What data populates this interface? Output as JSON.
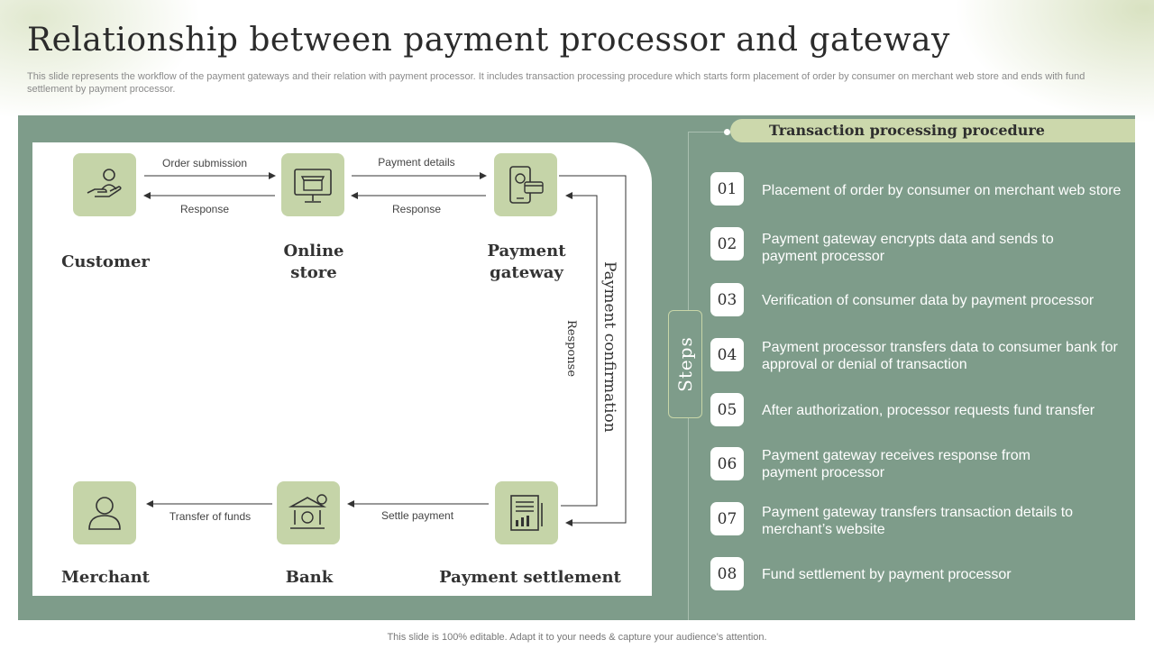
{
  "header": {
    "title": "Relationship between payment processor and gateway",
    "subtitle": "This slide represents the workflow of the payment gateways and their relation with payment processor. It includes transaction processing procedure which starts form placement of order by consumer on merchant web store and ends with fund settlement by payment processor."
  },
  "diagram": {
    "nodes": {
      "customer": {
        "label": "Customer",
        "icon": "hand-user-icon"
      },
      "online_store": {
        "label": "Online\nstore",
        "icon": "computer-store-icon"
      },
      "payment_gateway": {
        "label": "Payment\ngateway",
        "icon": "mobile-payment-icon"
      },
      "merchant": {
        "label": "Merchant",
        "icon": "user-icon"
      },
      "bank": {
        "label": "Bank",
        "icon": "bank-icon"
      },
      "payment_settlement": {
        "label": "Payment settlement",
        "icon": "invoice-chart-icon"
      }
    },
    "edges": {
      "order_submission": "Order submission",
      "response_1": "Response",
      "payment_details": "Payment details",
      "response_2": "Response",
      "payment_confirmation": "Payment confirmation",
      "response_3": "Response",
      "settle_payment": "Settle payment",
      "transfer_of_funds": "Transfer  of funds"
    },
    "colors": {
      "panel": "#7e9c8a",
      "icon_bg": "#c5d4a8",
      "accent": "#ccd8ac"
    }
  },
  "procedure": {
    "title": "Transaction processing procedure",
    "tab_label": "Steps",
    "steps": [
      {
        "num": "01",
        "text": "Placement of order by consumer on merchant web store"
      },
      {
        "num": "02",
        "text": "Payment gateway encrypts data and sends to payment processor"
      },
      {
        "num": "03",
        "text": "Verification of consumer data by payment processor"
      },
      {
        "num": "04",
        "text": "Payment processor transfers data to consumer bank for approval or denial of transaction"
      },
      {
        "num": "05",
        "text": "After authorization,  processor requests fund transfer"
      },
      {
        "num": "06",
        "text": "Payment gateway receives response from payment processor"
      },
      {
        "num": "07",
        "text": "Payment gateway transfers transaction details to merchant’s website"
      },
      {
        "num": "08",
        "text": "Fund settlement by payment processor"
      }
    ]
  },
  "footer": {
    "text": "This slide is 100% editable. Adapt it to your needs & capture your audience’s attention."
  }
}
